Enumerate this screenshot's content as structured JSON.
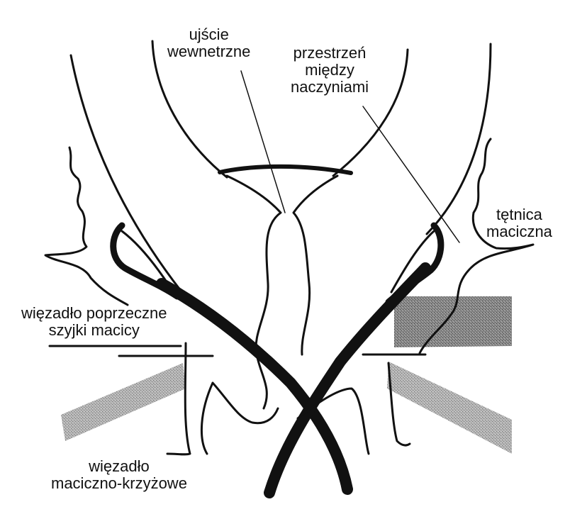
{
  "labels": {
    "internal_os": [
      "ujście",
      "wewnetrzne"
    ],
    "vascular_space": [
      "przestrzeń",
      "między",
      "naczyniami"
    ],
    "uterine_artery": [
      "tętnica",
      "maciczna"
    ],
    "transverse_cervical_ligament": [
      "więzadło poprzeczne",
      "szyjki macicy"
    ],
    "uterosacral_ligament": [
      "więzadło",
      "maciczno-krzyżowe"
    ]
  },
  "colors": {
    "line": "#111111",
    "ligament_shade": "#9a9a9a",
    "ligament_shade_dark": "#6e6e6e",
    "background": "#ffffff"
  }
}
